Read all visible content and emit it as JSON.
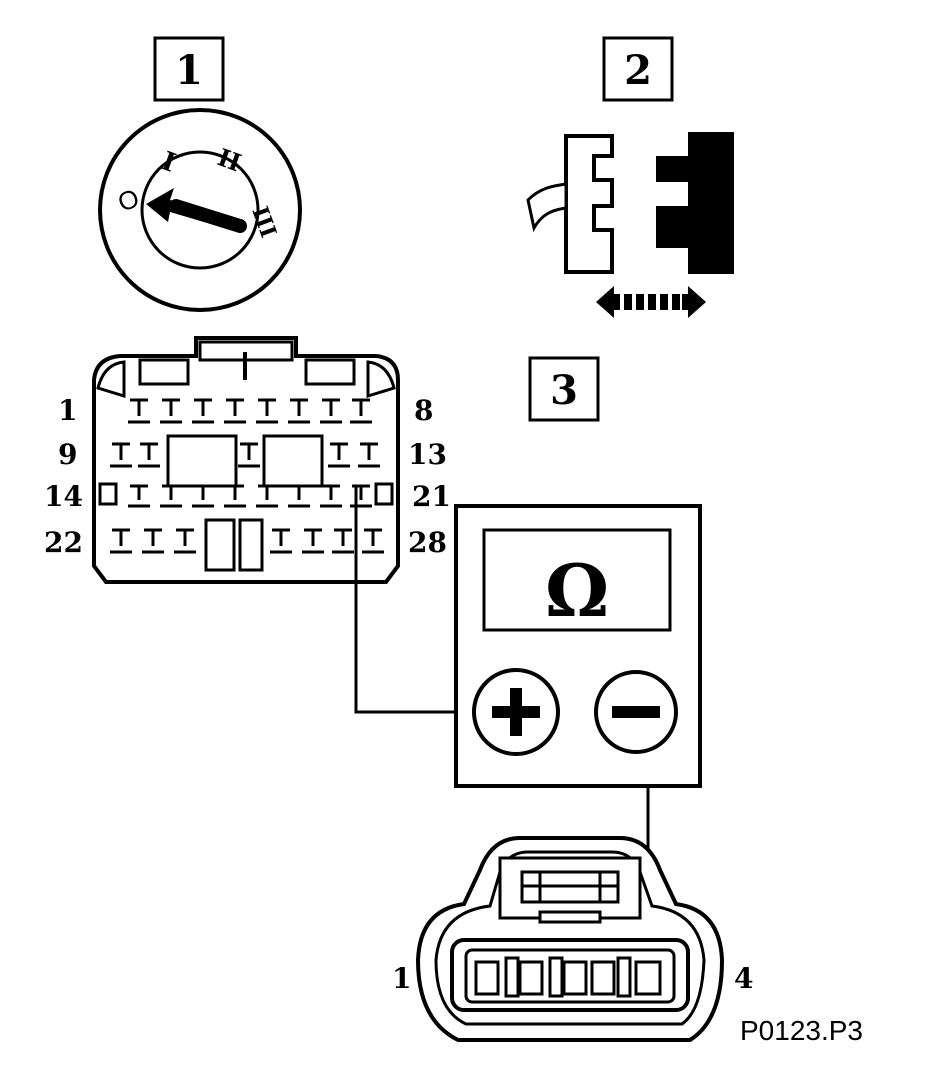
{
  "step_labels": {
    "step1": "1",
    "step2": "2",
    "step3": "3"
  },
  "ignition": {
    "pos0": "O",
    "pos1": "I",
    "pos2": "II",
    "pos3": "III"
  },
  "ecu_connector": {
    "row1_left": "1",
    "row1_right": "8",
    "row2_left": "9",
    "row2_right": "13",
    "row3_left": "14",
    "row3_right": "21",
    "row4_left": "22",
    "row4_right": "28"
  },
  "meter": {
    "symbol": "Ω",
    "plus": "+",
    "minus": "−"
  },
  "sensor_connector": {
    "left_pin": "1",
    "right_pin": "4"
  },
  "figure_code": "P0123.P3"
}
